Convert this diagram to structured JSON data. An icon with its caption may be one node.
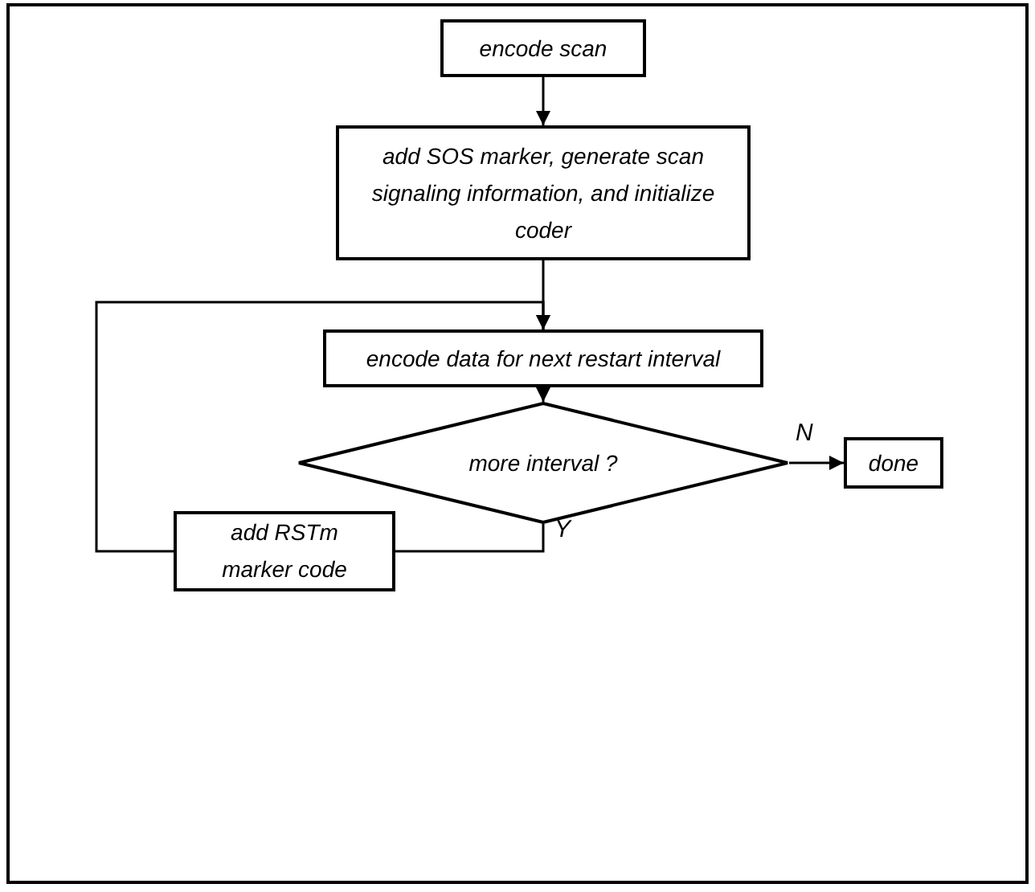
{
  "diagram": {
    "nodes": [
      {
        "text": [
          "encode scan"
        ]
      },
      {
        "text": [
          "add SOS marker, generate scan signaling information, and initialize coder"
        ]
      },
      {
        "text": [
          "encode data for next restart interval"
        ]
      },
      {
        "text": [
          "more interval ?"
        ]
      },
      {
        "text": [
          "done"
        ]
      },
      {
        "text": [
          "add RSTm marker code"
        ]
      }
    ],
    "edges": [
      {
        "from": 0,
        "to": 1,
        "arrow": "to"
      },
      {
        "from": 1,
        "to": 2,
        "arrow": "to"
      },
      {
        "from": 2,
        "to": 3,
        "arrow": "to"
      },
      {
        "from": 3,
        "to": 4,
        "arrow": "to",
        "label": "N"
      },
      {
        "from": 3,
        "to": 5,
        "arrow": "none",
        "label": "Y"
      },
      {
        "from": 5,
        "to": 2,
        "arrow": "to"
      }
    ]
  }
}
